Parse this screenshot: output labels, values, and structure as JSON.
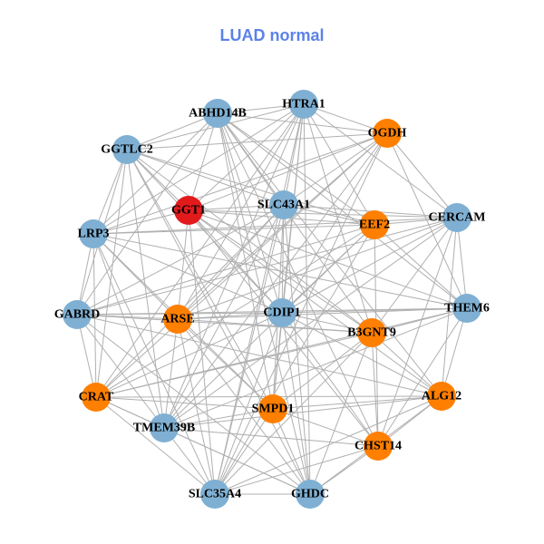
{
  "title": "LUAD normal",
  "colors": {
    "blue": "#7fb0d3",
    "orange": "#ff7f00",
    "red": "#e31a1c",
    "edge": "#b0b0b0"
  },
  "nodes": [
    {
      "id": "HTRA1",
      "group": "blue"
    },
    {
      "id": "ABHD14B",
      "group": "blue"
    },
    {
      "id": "OGDH",
      "group": "orange"
    },
    {
      "id": "GGTLC2",
      "group": "blue"
    },
    {
      "id": "GGT1",
      "group": "red"
    },
    {
      "id": "SLC43A1",
      "group": "blue"
    },
    {
      "id": "EEF2",
      "group": "orange"
    },
    {
      "id": "CERCAM",
      "group": "blue"
    },
    {
      "id": "LRP3",
      "group": "blue"
    },
    {
      "id": "GABRD",
      "group": "blue"
    },
    {
      "id": "ARSE",
      "group": "orange"
    },
    {
      "id": "CDIP1",
      "group": "blue"
    },
    {
      "id": "THEM6",
      "group": "blue"
    },
    {
      "id": "B3GNT9",
      "group": "orange"
    },
    {
      "id": "CRAT",
      "group": "orange"
    },
    {
      "id": "SMPD1",
      "group": "orange"
    },
    {
      "id": "ALG12",
      "group": "orange"
    },
    {
      "id": "TMEM39B",
      "group": "blue"
    },
    {
      "id": "CHST14",
      "group": "orange"
    },
    {
      "id": "SLC35A4",
      "group": "blue"
    },
    {
      "id": "GHDC",
      "group": "blue"
    }
  ],
  "edges": [
    [
      0,
      1
    ],
    [
      0,
      2
    ],
    [
      0,
      3
    ],
    [
      0,
      4
    ],
    [
      0,
      5
    ],
    [
      0,
      6
    ],
    [
      0,
      7
    ],
    [
      0,
      8
    ],
    [
      0,
      10
    ],
    [
      0,
      11
    ],
    [
      0,
      13
    ],
    [
      0,
      15
    ],
    [
      0,
      17
    ],
    [
      0,
      19
    ],
    [
      0,
      20
    ],
    [
      0,
      14
    ],
    [
      1,
      2
    ],
    [
      1,
      3
    ],
    [
      1,
      4
    ],
    [
      1,
      5
    ],
    [
      1,
      6
    ],
    [
      1,
      8
    ],
    [
      1,
      9
    ],
    [
      1,
      11
    ],
    [
      1,
      13
    ],
    [
      1,
      15
    ],
    [
      1,
      16
    ],
    [
      1,
      18
    ],
    [
      1,
      20
    ],
    [
      1,
      12
    ],
    [
      2,
      3
    ],
    [
      2,
      4
    ],
    [
      2,
      5
    ],
    [
      2,
      7
    ],
    [
      2,
      8
    ],
    [
      2,
      10
    ],
    [
      2,
      11
    ],
    [
      2,
      14
    ],
    [
      2,
      17
    ],
    [
      2,
      19
    ],
    [
      2,
      12
    ],
    [
      3,
      4
    ],
    [
      3,
      5
    ],
    [
      3,
      6
    ],
    [
      3,
      8
    ],
    [
      3,
      9
    ],
    [
      3,
      11
    ],
    [
      3,
      13
    ],
    [
      3,
      15
    ],
    [
      3,
      17
    ],
    [
      3,
      20
    ],
    [
      3,
      14
    ],
    [
      4,
      5
    ],
    [
      4,
      6
    ],
    [
      4,
      7
    ],
    [
      4,
      8
    ],
    [
      4,
      10
    ],
    [
      4,
      11
    ],
    [
      4,
      12
    ],
    [
      4,
      13
    ],
    [
      4,
      16
    ],
    [
      4,
      18
    ],
    [
      4,
      19
    ],
    [
      5,
      6
    ],
    [
      5,
      7
    ],
    [
      5,
      9
    ],
    [
      5,
      10
    ],
    [
      5,
      11
    ],
    [
      5,
      14
    ],
    [
      5,
      15
    ],
    [
      5,
      17
    ],
    [
      5,
      19
    ],
    [
      5,
      20
    ],
    [
      6,
      7
    ],
    [
      6,
      8
    ],
    [
      6,
      9
    ],
    [
      6,
      11
    ],
    [
      6,
      12
    ],
    [
      6,
      14
    ],
    [
      6,
      17
    ],
    [
      6,
      18
    ],
    [
      6,
      19
    ],
    [
      7,
      8
    ],
    [
      7,
      9
    ],
    [
      7,
      11
    ],
    [
      7,
      12
    ],
    [
      7,
      13
    ],
    [
      7,
      16
    ],
    [
      7,
      17
    ],
    [
      7,
      18
    ],
    [
      7,
      10
    ],
    [
      8,
      9
    ],
    [
      8,
      10
    ],
    [
      8,
      11
    ],
    [
      8,
      12
    ],
    [
      8,
      14
    ],
    [
      8,
      15
    ],
    [
      8,
      17
    ],
    [
      8,
      19
    ],
    [
      9,
      10
    ],
    [
      9,
      11
    ],
    [
      9,
      12
    ],
    [
      9,
      13
    ],
    [
      9,
      14
    ],
    [
      9,
      16
    ],
    [
      9,
      17
    ],
    [
      9,
      20
    ],
    [
      10,
      11
    ],
    [
      10,
      12
    ],
    [
      10,
      13
    ],
    [
      10,
      15
    ],
    [
      10,
      17
    ],
    [
      10,
      19
    ],
    [
      10,
      20
    ],
    [
      11,
      12
    ],
    [
      11,
      13
    ],
    [
      11,
      14
    ],
    [
      11,
      15
    ],
    [
      11,
      16
    ],
    [
      11,
      18
    ],
    [
      11,
      19
    ],
    [
      11,
      20
    ],
    [
      12,
      13
    ],
    [
      12,
      16
    ],
    [
      12,
      18
    ],
    [
      12,
      14
    ],
    [
      12,
      17
    ],
    [
      13,
      14
    ],
    [
      13,
      15
    ],
    [
      13,
      16
    ],
    [
      13,
      18
    ],
    [
      13,
      19
    ],
    [
      13,
      20
    ],
    [
      14,
      15
    ],
    [
      14,
      16
    ],
    [
      14,
      17
    ],
    [
      14,
      19
    ],
    [
      14,
      20
    ],
    [
      15,
      16
    ],
    [
      15,
      17
    ],
    [
      15,
      18
    ],
    [
      15,
      19
    ],
    [
      15,
      20
    ],
    [
      16,
      17
    ],
    [
      16,
      18
    ],
    [
      16,
      19
    ],
    [
      16,
      20
    ],
    [
      17,
      18
    ],
    [
      17,
      19
    ],
    [
      17,
      20
    ],
    [
      18,
      19
    ],
    [
      18,
      20
    ],
    [
      19,
      20
    ]
  ]
}
